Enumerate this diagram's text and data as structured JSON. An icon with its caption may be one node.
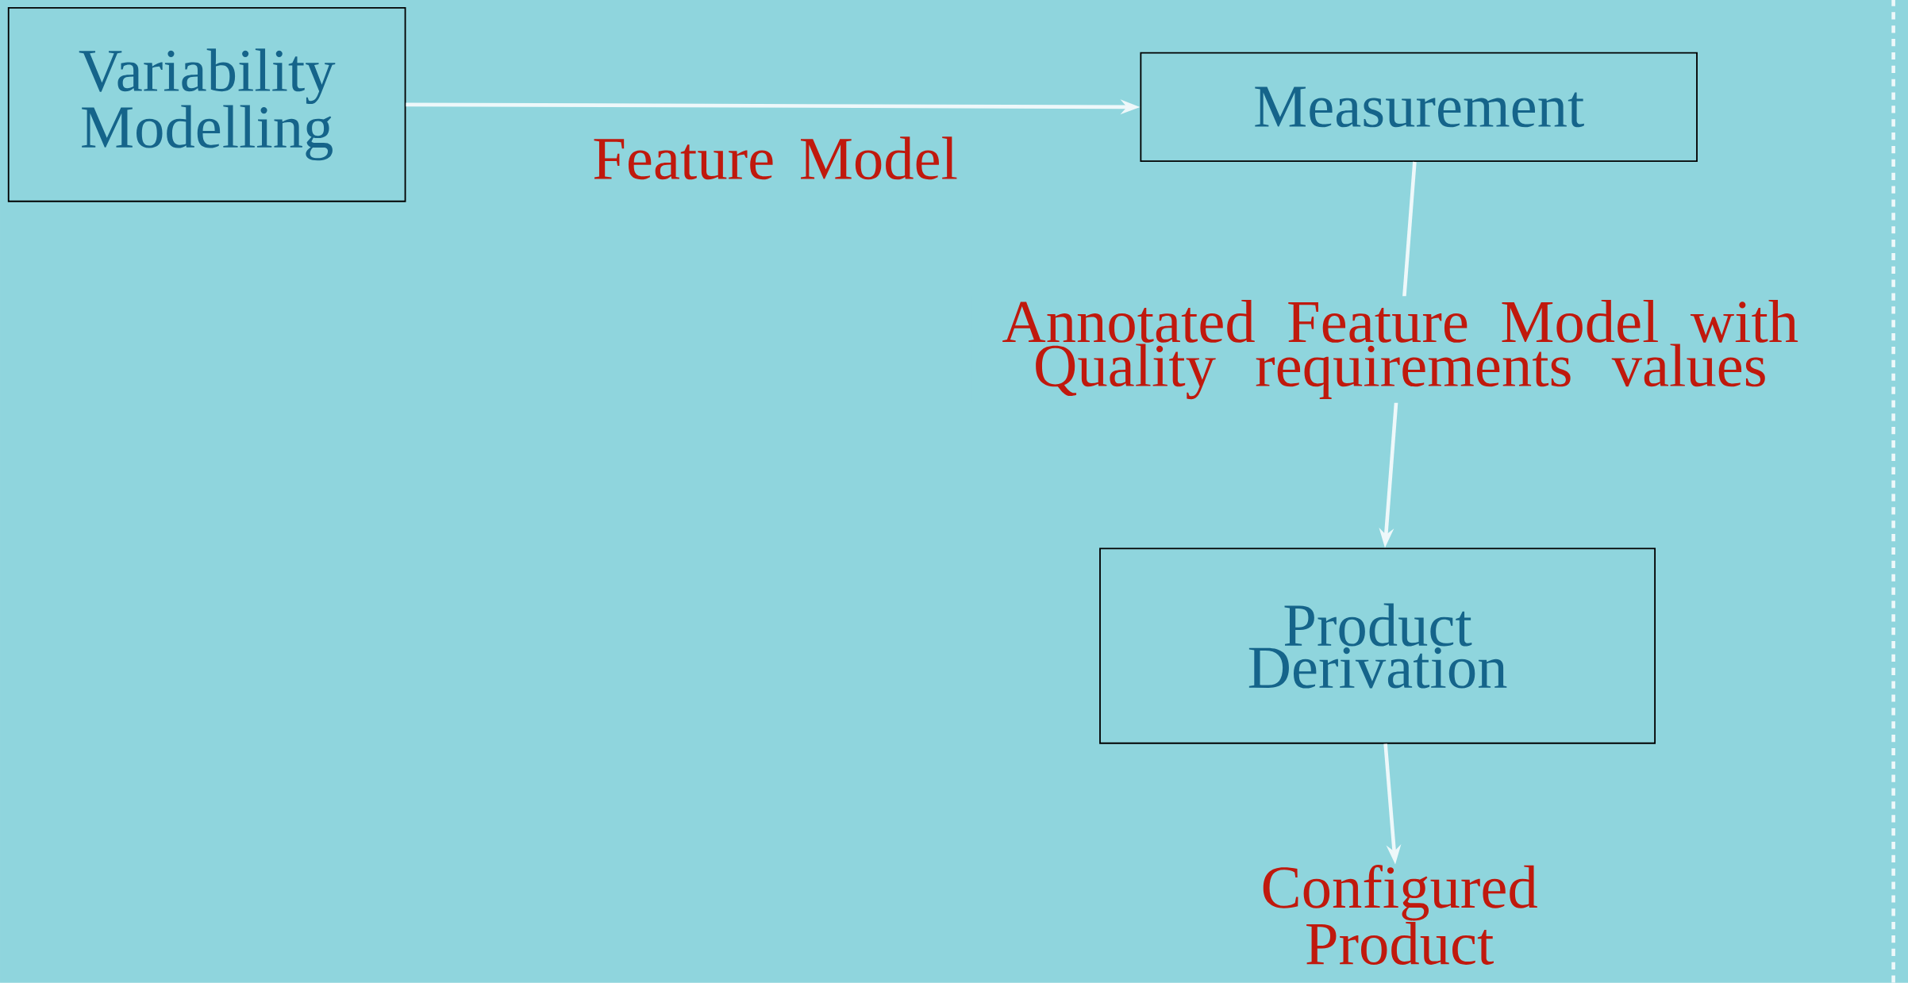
{
  "diagram": {
    "nodes": [
      {
        "text": [
          "Variability Modelling"
        ]
      },
      {
        "text": [
          "Measurement"
        ]
      },
      {
        "text": [
          "Product Derivation"
        ]
      },
      {
        "text": [
          "Configured Product"
        ]
      }
    ],
    "edges": [
      {
        "from": 0,
        "to": 1,
        "arrow": "to",
        "label": "Feature Model"
      },
      {
        "from": 1,
        "to": 2,
        "arrow": "to",
        "label": "Annotated Feature Model with Quality requirements values"
      },
      {
        "from": 2,
        "to": 3,
        "arrow": "to"
      }
    ]
  }
}
